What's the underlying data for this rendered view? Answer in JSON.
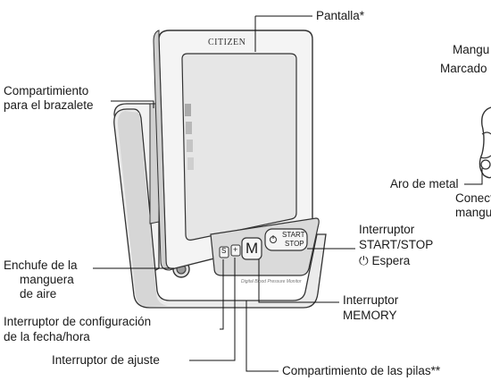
{
  "device": {
    "brand": "CITIZEN",
    "mode_button": "M",
    "set_button": "S",
    "adjust_button": "+",
    "start_stop_line1": "START",
    "start_stop_line2": "STOP",
    "model_text": "Digital Blood Pressure Monitor"
  },
  "labels": {
    "pantalla": "Pantalla*",
    "compartimiento_line1": "Compartimiento",
    "compartimiento_line2": "para el brazalete",
    "enchufe_line1": "Enchufe de la",
    "enchufe_line2": "manguera",
    "enchufe_line3": "de aire",
    "config_line1": "Interruptor de configuración",
    "config_line2": "de la fecha/hora",
    "ajuste": "Interruptor de ajuste",
    "start_line1": "Interruptor",
    "start_line2": "START/STOP",
    "espera_icon": "⏻",
    "espera": "Espera",
    "memory_line1": "Interruptor",
    "memory_line2": "MEMORY",
    "pilas": "Compartimiento de las pilas**",
    "mangu": "Mangu",
    "marcado": "Marcado",
    "aro": "Aro de metal",
    "conect": "Conect",
    "mangue": "mangue"
  }
}
